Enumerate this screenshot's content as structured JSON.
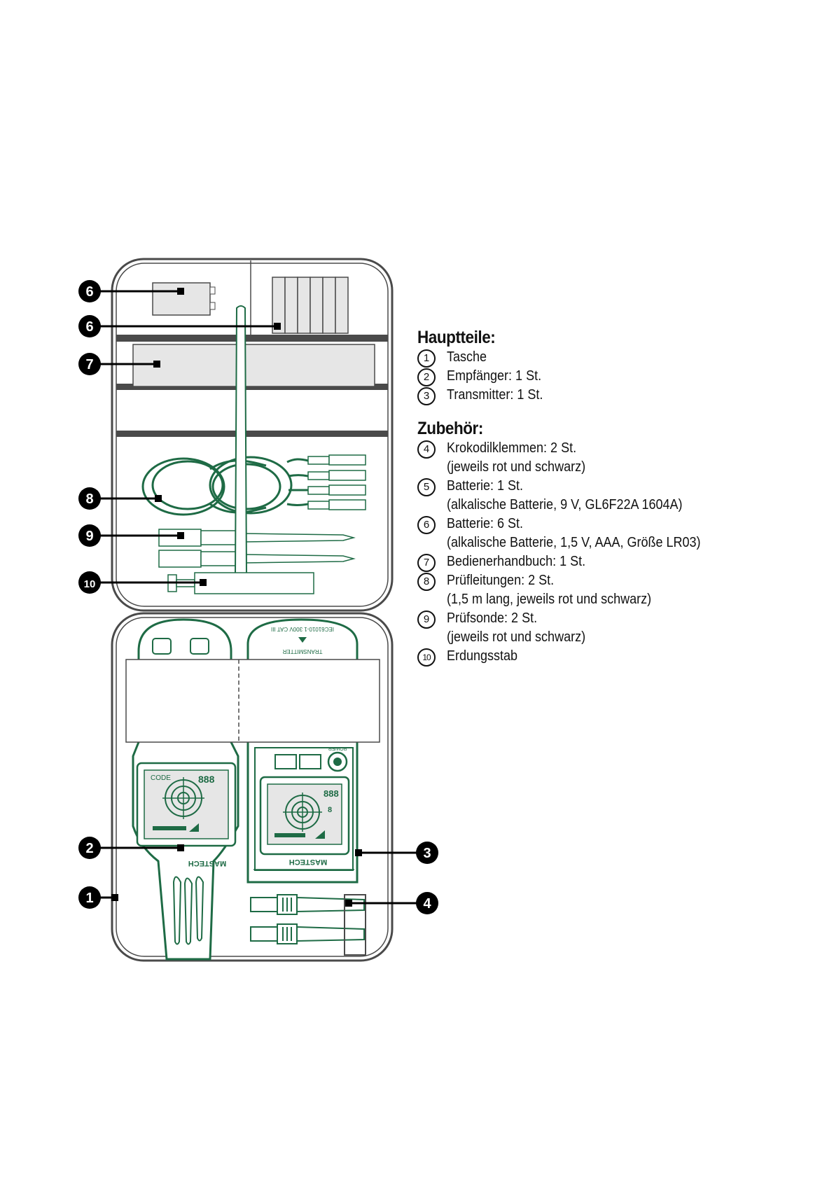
{
  "colors": {
    "green": "#1e6b45",
    "gray": "#4a4a4a",
    "light": "#e6e6e6"
  },
  "sections": [
    {
      "title": "Hauptteile:",
      "items": [
        {
          "num": "1",
          "text": "Tasche",
          "sub": ""
        },
        {
          "num": "2",
          "text": "Empfänger: 1 St.",
          "sub": ""
        },
        {
          "num": "3",
          "text": "Transmitter: 1 St.",
          "sub": ""
        }
      ]
    },
    {
      "title": "Zubehör:",
      "items": [
        {
          "num": "4",
          "text": "Krokodilklemmen: 2 St.",
          "sub": "(jeweils rot und schwarz)"
        },
        {
          "num": "5",
          "text": "Batterie: 1 St.",
          "sub": "(alkalische Batterie, 9 V, GL6F22A 1604A)"
        },
        {
          "num": "6",
          "text": "Batterie: 6 St.",
          "sub": "(alkalische Batterie, 1,5 V, AAA, Größe LR03)"
        },
        {
          "num": "7",
          "text": "Bedienerhandbuch: 1 St.",
          "sub": ""
        },
        {
          "num": "8",
          "text": "Prüfleitungen: 2 St.",
          "sub": "(1,5 m lang, jeweils rot und schwarz)"
        },
        {
          "num": "9",
          "text": "Prüfsonde: 2 St.",
          "sub": "(jeweils rot und schwarz)"
        },
        {
          "num": "10",
          "text": "Erdungsstab",
          "sub": ""
        }
      ]
    }
  ],
  "callouts": [
    "6",
    "6",
    "7",
    "8",
    "9",
    "10",
    "2",
    "1",
    "3",
    "4"
  ],
  "device_text": {
    "brand": "MASTECH",
    "digits": "888",
    "small_digit": "8",
    "rx_label": "CODE",
    "tx_label": "TRANSMITTER",
    "tx_rating": "IEC61010-1 300V CAT III",
    "tx_power": "POWER"
  }
}
